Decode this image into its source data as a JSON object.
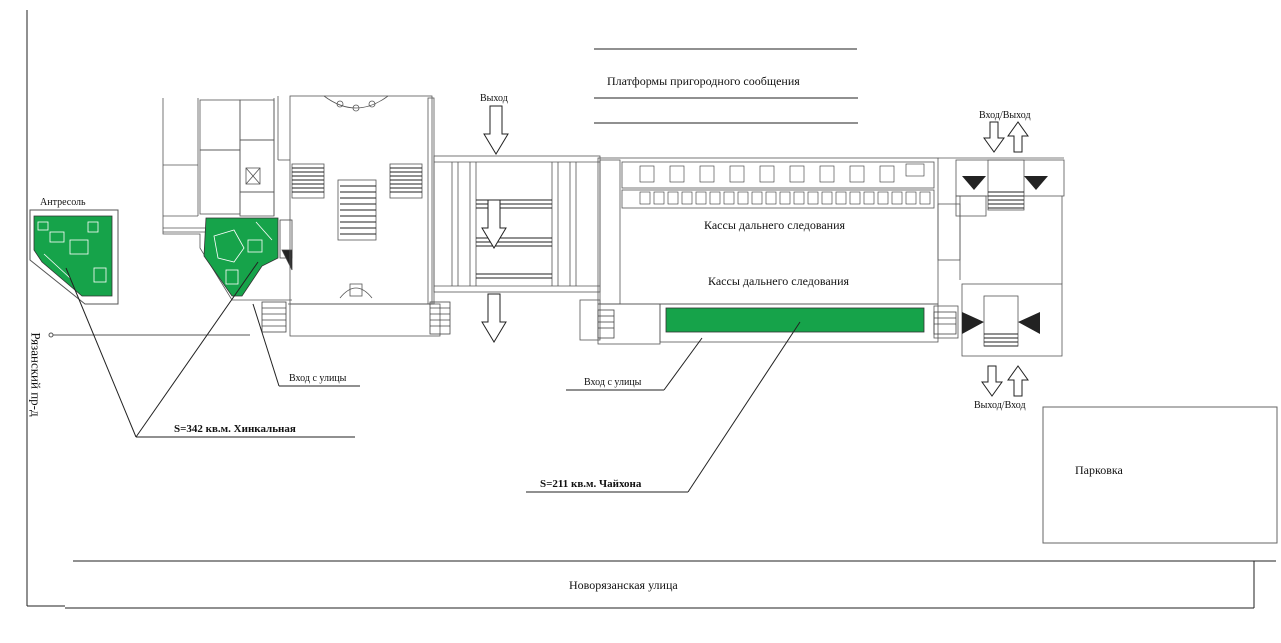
{
  "labels": {
    "platforms": "Платформы пригородного сообщения",
    "exit_top": "Выход",
    "entrance_exit_top_right": "Вход/Выход",
    "mezzanine": "Антресоль",
    "ticket_office_1": "Кассы дальнего следования",
    "ticket_office_2": "Кассы дальнего следования",
    "street_entrance_left": "Вход с улицы",
    "street_entrance_middle": "Вход с улицы",
    "exit_entrance_bottom_right": "Выход/Вход",
    "khinkalnaya": "S=342 кв.м. Хинкальная",
    "chaikhona": "S=211 кв.м. Чайхона",
    "parking": "Парковка",
    "street_bottom": "Новорязанская улица",
    "street_side": "Рязанский пр-д"
  },
  "colors": {
    "highlight_area": "#16a34a",
    "lines": "#222222",
    "plan_lines": "#555555"
  }
}
